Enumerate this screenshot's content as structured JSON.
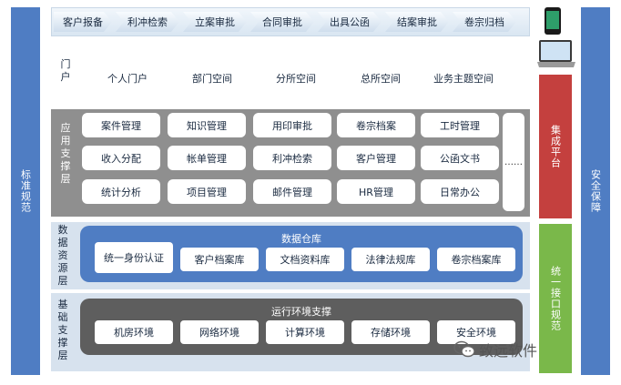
{
  "left_bar": {
    "label": "标准规范"
  },
  "right_bar": {
    "label": "安全保障"
  },
  "integration_bar": {
    "label": "集成平台",
    "color": "#c4403e"
  },
  "interface_bar": {
    "label": "统一接口规范",
    "color": "#7ab84a"
  },
  "process_steps": [
    "客户报备",
    "利冲检索",
    "立案审批",
    "合同审批",
    "出具公函",
    "结案审批",
    "卷宗归档"
  ],
  "portal": {
    "label": "门户",
    "items": [
      "个人门户",
      "部门空间",
      "分所空间",
      "总所空间",
      "业务主题空间"
    ]
  },
  "app_layer": {
    "label": "应用支撑层",
    "rows": [
      [
        "案件管理",
        "知识管理",
        "用印审批",
        "卷宗档案",
        "工时管理"
      ],
      [
        "收入分配",
        "帐单管理",
        "利冲检索",
        "客户管理",
        "公函文书"
      ],
      [
        "统计分析",
        "项目管理",
        "邮件管理",
        "HR管理",
        "日常办公"
      ]
    ],
    "more": "……"
  },
  "data_layer": {
    "label": "数据资源层",
    "title": "数据仓库",
    "items": [
      "统一身份认证",
      "客户档案库",
      "文档资料库",
      "法律法规库",
      "卷宗档案库"
    ]
  },
  "base_layer": {
    "label": "基础支撑层",
    "title": "运行环境支撑",
    "items": [
      "机房环境",
      "网络环境",
      "计算环境",
      "存储环境",
      "安全环境"
    ]
  },
  "watermark": {
    "text": "致远软件",
    "icon": "wechat-icon"
  }
}
